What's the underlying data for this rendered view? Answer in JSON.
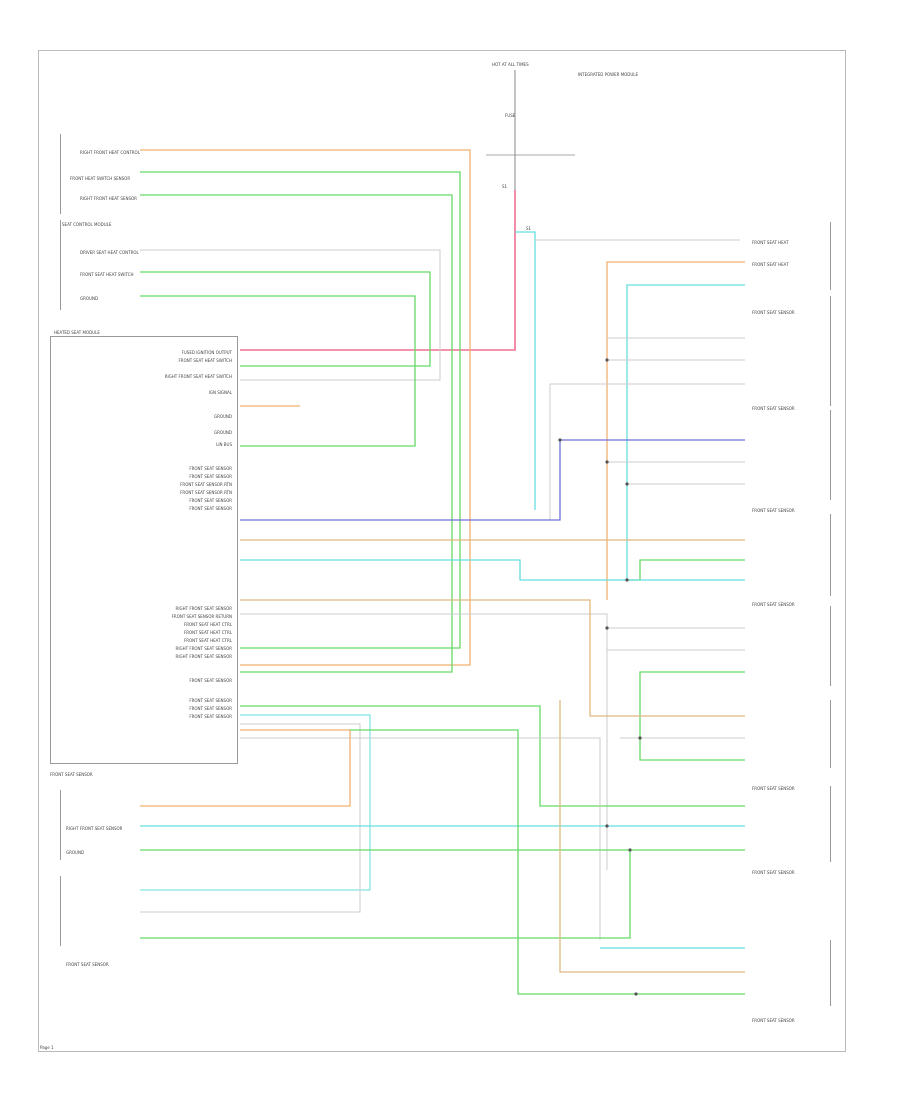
{
  "colors": {
    "orange": "#f0b070",
    "green": "#66d966",
    "cyan": "#66dddd",
    "pink": "#f07090",
    "blue": "#7070d8",
    "gray": "#cccccc",
    "tan": "#e0b880"
  },
  "labels": {
    "ign_top": "HOT AT ALL TIMES",
    "fuse": "FUSE",
    "fuse_block": "INTEGRATED POWER MODULE",
    "pt_a": "S1",
    "pt_b": "S1",
    "mod_top_1": "RIGHT FRONT HEAT CONTROL",
    "mod_top_2": "FRONT HEAT SWITCH SENSOR",
    "mod_top_3": "RIGHT FRONT HEAT SENSOR",
    "left_mod_title": "SEAT CONTROL MODULE",
    "left_mod_1": "DRIVER SEAT HEAT CONTROL",
    "left_mod_2": "FRONT SEAT HEAT SWITCH",
    "left_mod_3": "GROUND",
    "main_mod_title": "HEATED SEAT MODULE",
    "main_pins": [
      "FUSED IGNITION OUTPUT",
      "FRONT SEAT HEAT SWITCH",
      "",
      "RIGHT FRONT SEAT HEAT SWITCH",
      "",
      "IGN SIGNAL",
      "",
      "",
      "GROUND",
      "",
      "GROUND",
      "LIN BUS",
      "",
      "FRONT SEAT SENSOR",
      "FRONT SEAT SENSOR",
      "FRONT SEAT SENSOR RTN",
      "FRONT SEAT SENSOR RTN",
      "FRONT SEAT SENSOR",
      "FRONT SEAT SENSOR",
      "",
      "",
      "RIGHT FRONT SEAT SENSOR",
      "FRONT SEAT SENSOR RETURN",
      "FRONT SEAT HEAT CTRL",
      "FRONT SEAT HEAT CTRL",
      "FRONT SEAT HEAT CTRL",
      "RIGHT FRONT SEAT SENSOR",
      "RIGHT FRONT SEAT SENSOR",
      "",
      "",
      "FRONT SEAT SENSOR",
      "FRONT SEAT SENSOR",
      "FRONT SEAT SENSOR",
      "FRONT SEAT SENSOR"
    ],
    "right_1": "FRONT SEAT HEAT",
    "right_2": "FRONT SEAT HEAT",
    "right_3": "FRONT SEAT SENSOR",
    "right_4": "FRONT SEAT SENSOR",
    "right_5": "FRONT SEAT SENSOR",
    "right_6": "FRONT SEAT SENSOR",
    "right_7": "FRONT SEAT SENSOR",
    "bottom_left_1": "FRONT SEAT SENSOR",
    "bottom_left_2": "RIGHT FRONT SEAT SENSOR",
    "bottom_left_3": "GROUND",
    "bottom_left_4": "FRONT SEAT SENSOR",
    "bottom_right_1": "FRONT SEAT SENSOR",
    "bottom_right_2": "FRONT SEAT SENSOR",
    "footer": "Page 1"
  }
}
